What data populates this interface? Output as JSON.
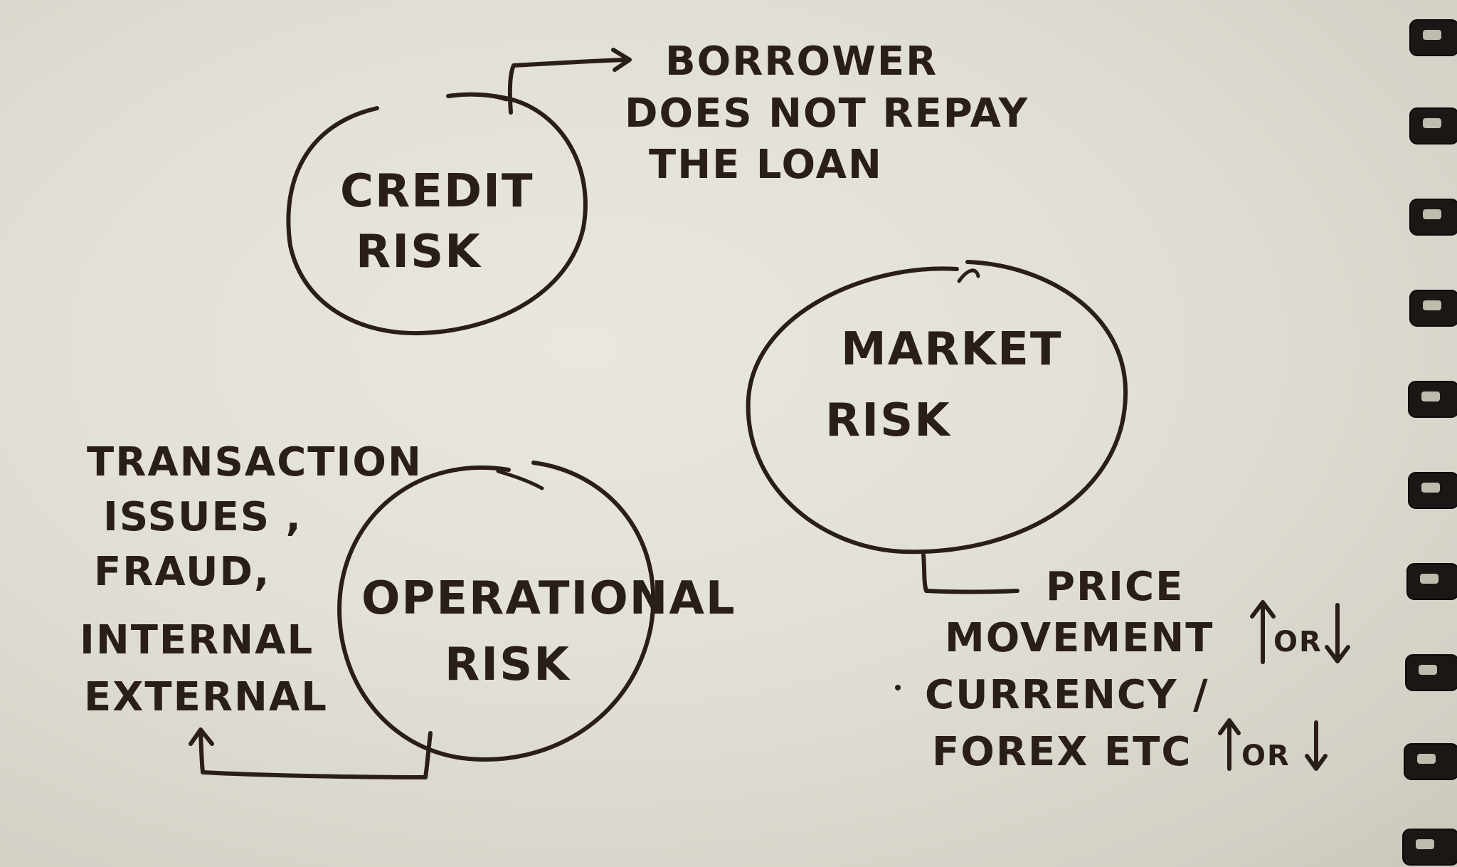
{
  "credit": {
    "title_line1": "CREDIT",
    "title_line2": "RISK",
    "note_line1": "BORROWER",
    "note_line2": "DOES NOT REPAY",
    "note_line3": "THE LOAN"
  },
  "market": {
    "title_line1": "MARKET",
    "title_line2": "RISK",
    "note_line1": "PRICE",
    "note_line2": "MOVEMENT",
    "note_line2_suffix": "OR",
    "note_line3": "CURRENCY /",
    "note_line4": "FOREX ETC",
    "note_line4_suffix": "OR"
  },
  "operational": {
    "title_line1": "OPERATIONAL",
    "title_line2": "RISK",
    "note_line1": "TRANSACTION",
    "note_line2": "ISSUES ,",
    "note_line3": "FRAUD,",
    "note_line4": "INTERNAL",
    "note_line5": "EXTERNAL"
  },
  "colors": {
    "ink": "#2a1e18",
    "paper": "#e5e3da",
    "spiral": "#1c1614"
  },
  "icons": [
    "arrow-right-icon",
    "arrow-up-icon",
    "arrow-down-icon",
    "spiral-binding"
  ]
}
